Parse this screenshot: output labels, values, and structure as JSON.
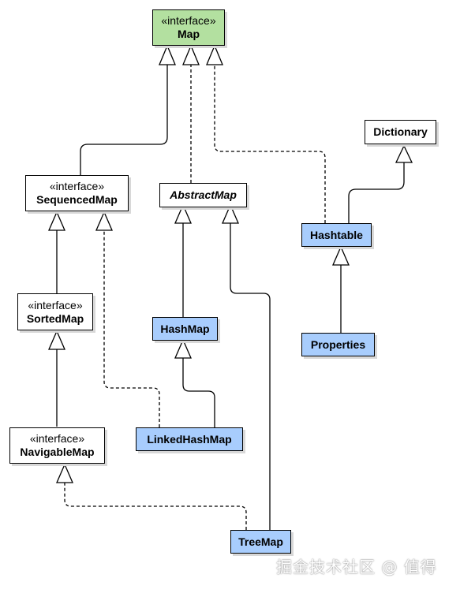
{
  "nodes": {
    "map": {
      "stereotype": "«interface»",
      "name": "Map"
    },
    "dictionary": {
      "name": "Dictionary"
    },
    "sequencedmap": {
      "stereotype": "«interface»",
      "name": "SequencedMap"
    },
    "abstractmap": {
      "name": "AbstractMap"
    },
    "hashtable": {
      "name": "Hashtable"
    },
    "sortedmap": {
      "stereotype": "«interface»",
      "name": "SortedMap"
    },
    "hashmap": {
      "name": "HashMap"
    },
    "properties": {
      "name": "Properties"
    },
    "navigablemap": {
      "stereotype": "«interface»",
      "name": "NavigableMap"
    },
    "linkedhashmap": {
      "name": "LinkedHashMap"
    },
    "treemap": {
      "name": "TreeMap"
    }
  },
  "relations": [
    {
      "from": "SequencedMap",
      "to": "Map",
      "kind": "extends"
    },
    {
      "from": "AbstractMap",
      "to": "Map",
      "kind": "implements"
    },
    {
      "from": "Hashtable",
      "to": "Map",
      "kind": "implements"
    },
    {
      "from": "Hashtable",
      "to": "Dictionary",
      "kind": "extends"
    },
    {
      "from": "SortedMap",
      "to": "SequencedMap",
      "kind": "extends"
    },
    {
      "from": "NavigableMap",
      "to": "SortedMap",
      "kind": "extends"
    },
    {
      "from": "HashMap",
      "to": "AbstractMap",
      "kind": "extends"
    },
    {
      "from": "TreeMap",
      "to": "AbstractMap",
      "kind": "extends"
    },
    {
      "from": "LinkedHashMap",
      "to": "HashMap",
      "kind": "extends"
    },
    {
      "from": "LinkedHashMap",
      "to": "SequencedMap",
      "kind": "implements"
    },
    {
      "from": "Properties",
      "to": "Hashtable",
      "kind": "extends"
    },
    {
      "from": "TreeMap",
      "to": "NavigableMap",
      "kind": "implements"
    }
  ],
  "colors": {
    "interface_root": "#b3e0a0",
    "implementation": "#a8cdfd",
    "plain": "#ffffff"
  },
  "watermark": "掘金技术社区 @ 值得"
}
